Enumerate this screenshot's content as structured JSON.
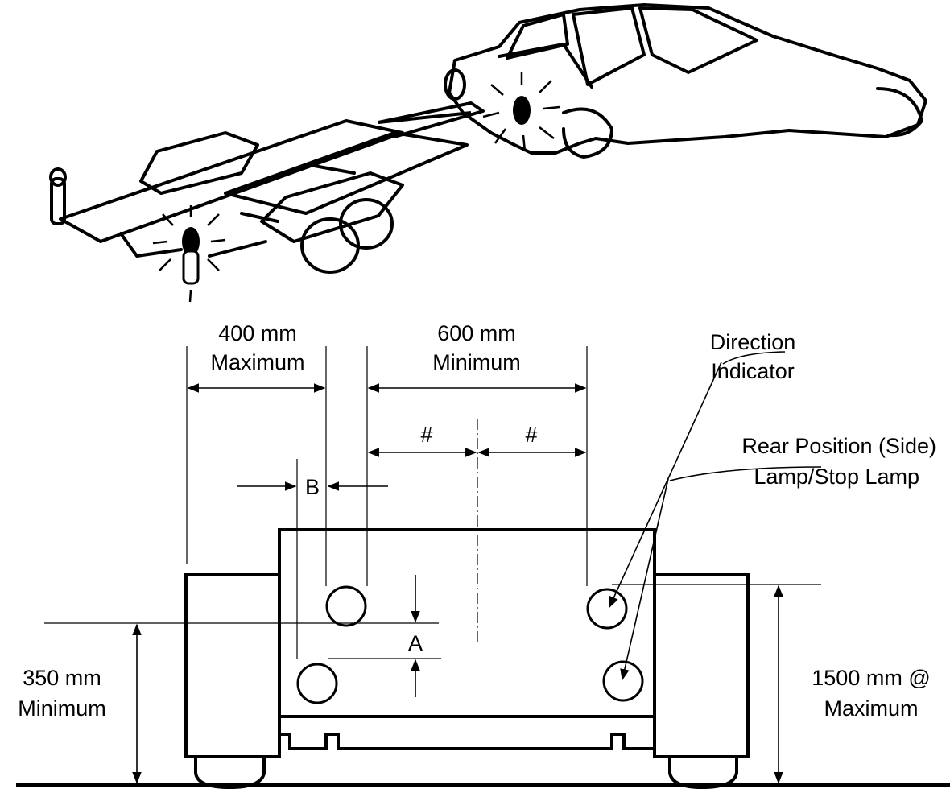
{
  "labels": {
    "left_width_value": "400 mm",
    "left_width_limit": "Maximum",
    "centre_spacing_value": "600 mm",
    "centre_spacing_limit": "Minimum",
    "half_left": "#",
    "half_right": "#",
    "offset_b": "B",
    "offset_a": "A",
    "direction_indicator_line1": "Direction",
    "direction_indicator_line2": "Indicator",
    "rear_position_line1": "Rear Position (Side)",
    "rear_position_line2": "Lamp/Stop Lamp",
    "min_height_value": "350 mm",
    "min_height_limit": "Minimum",
    "max_height_value": "1500 mm @",
    "max_height_limit": "Maximum"
  }
}
